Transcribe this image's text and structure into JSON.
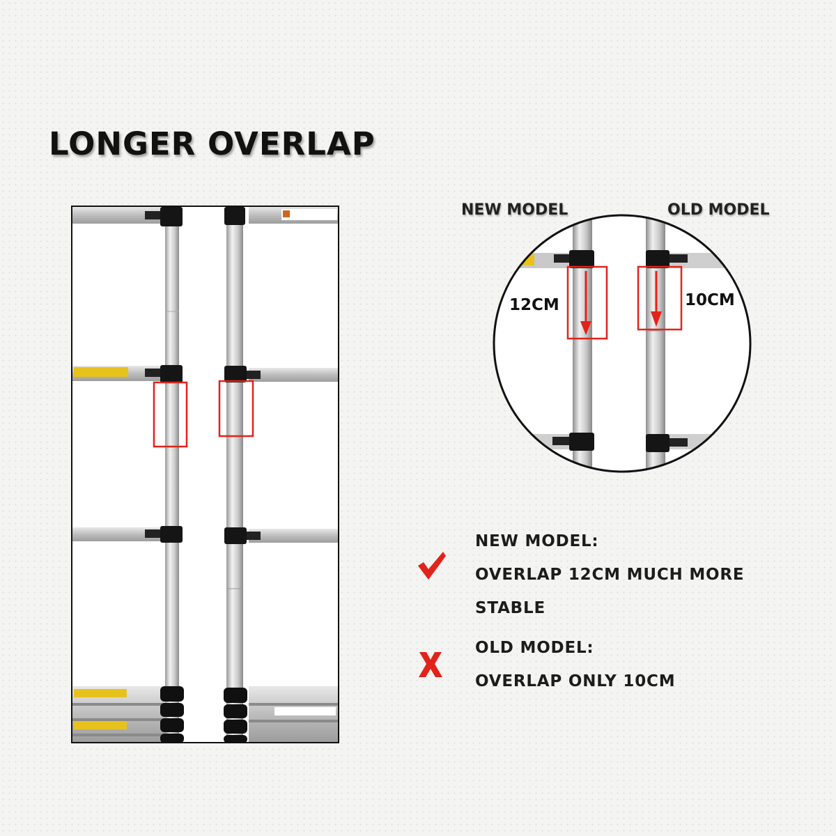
{
  "title": "LONGER OVERLAP",
  "comparison": {
    "new_label": "NEW MODEL",
    "old_label": "OLD MODEL",
    "new_measure": "12CM",
    "old_measure": "10CM"
  },
  "notes": {
    "new": {
      "icon": "red-check-icon",
      "lines": [
        "NEW MODEL:",
        "OVERLAP 12CM MUCH MORE",
        "STABLE"
      ]
    },
    "old": {
      "icon": "red-cross-icon",
      "lines": [
        "OLD MODEL:",
        "OVERLAP ONLY 10CM"
      ]
    }
  },
  "colors": {
    "highlight_red": "#e2231a",
    "accent": "#111111"
  }
}
